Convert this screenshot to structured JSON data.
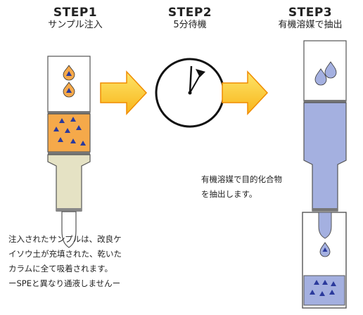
{
  "steps": [
    {
      "title": "STEP1",
      "subtitle": "サンプル注入"
    },
    {
      "title": "STEP2",
      "subtitle": "5分待機"
    },
    {
      "title": "STEP3",
      "subtitle": "有機溶媒で抽出"
    }
  ],
  "captions": {
    "step1": [
      "注入されたサンプルは、改良ケ",
      "イソウ土が充填された、乾いた",
      "カラムに全て吸着されます。",
      "ーSPEと異なり通液しませんー"
    ],
    "step3": [
      "有機溶媒で目的化合物",
      "を抽出します。"
    ]
  },
  "colors": {
    "sample_packing": "#f5a94a",
    "solvent": "#a4b0e0",
    "particle": "#2b3a9c",
    "arrow": "#f8a812",
    "arrow_fill": "#fad94b",
    "tube_tip": "#e5e2c4"
  }
}
